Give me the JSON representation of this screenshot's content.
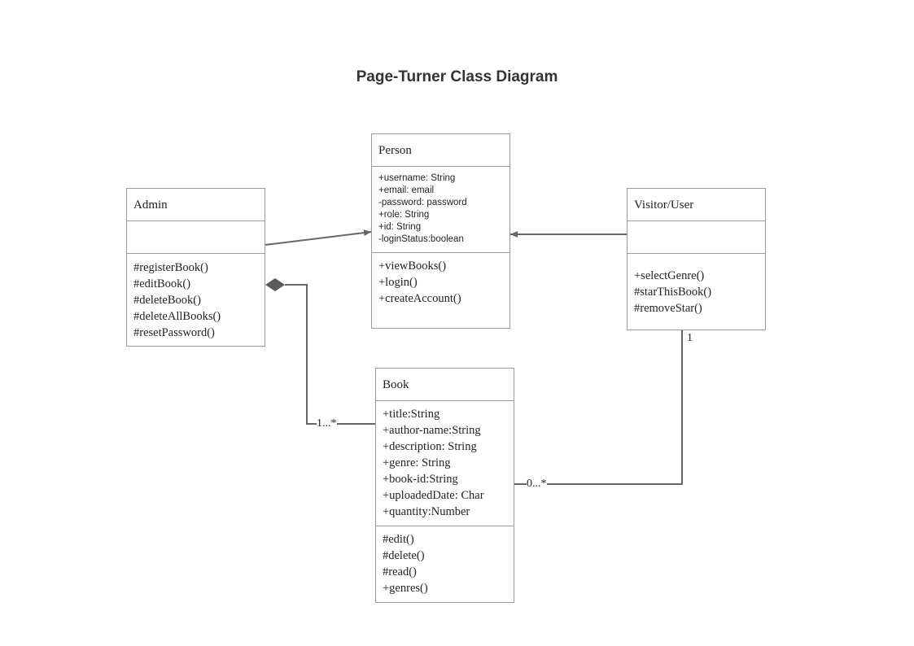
{
  "title": "Page-Turner Class Diagram",
  "classes": {
    "person": {
      "name": "Person",
      "attributes": [
        "+username: String",
        "+email: email",
        "-password: password",
        "+role: String",
        "+id: String",
        "-loginStatus:boolean"
      ],
      "operations": [
        "+viewBooks()",
        "+login()",
        "+createAccount()"
      ]
    },
    "admin": {
      "name": "Admin",
      "attributes": [],
      "operations": [
        "#registerBook()",
        "#editBook()",
        "#deleteBook()",
        "#deleteAllBooks()",
        "#resetPassword()"
      ]
    },
    "visitor": {
      "name": "Visitor/User",
      "attributes": [],
      "operations": [
        "+selectGenre()",
        "#starThisBook()",
        "#removeStar()"
      ]
    },
    "book": {
      "name": "Book",
      "attributes": [
        "+title:String",
        "+author-name:String",
        "+description: String",
        "+genre: String",
        "+book-id:String",
        "+uploadedDate: Char",
        "+quantity:Number"
      ],
      "operations": [
        "#edit()",
        "#delete()",
        "#read()",
        "+genres()"
      ]
    }
  },
  "relationships": {
    "admin_person": {
      "type": "generalization"
    },
    "visitor_person": {
      "type": "generalization"
    },
    "admin_book": {
      "type": "composition",
      "multiplicity": "1...*"
    },
    "visitor_book": {
      "type": "association",
      "source_multiplicity": "1",
      "target_multiplicity": "0...*"
    }
  },
  "colors": {
    "border": "#9a9a9a",
    "line": "#666666",
    "text": "#222222"
  }
}
